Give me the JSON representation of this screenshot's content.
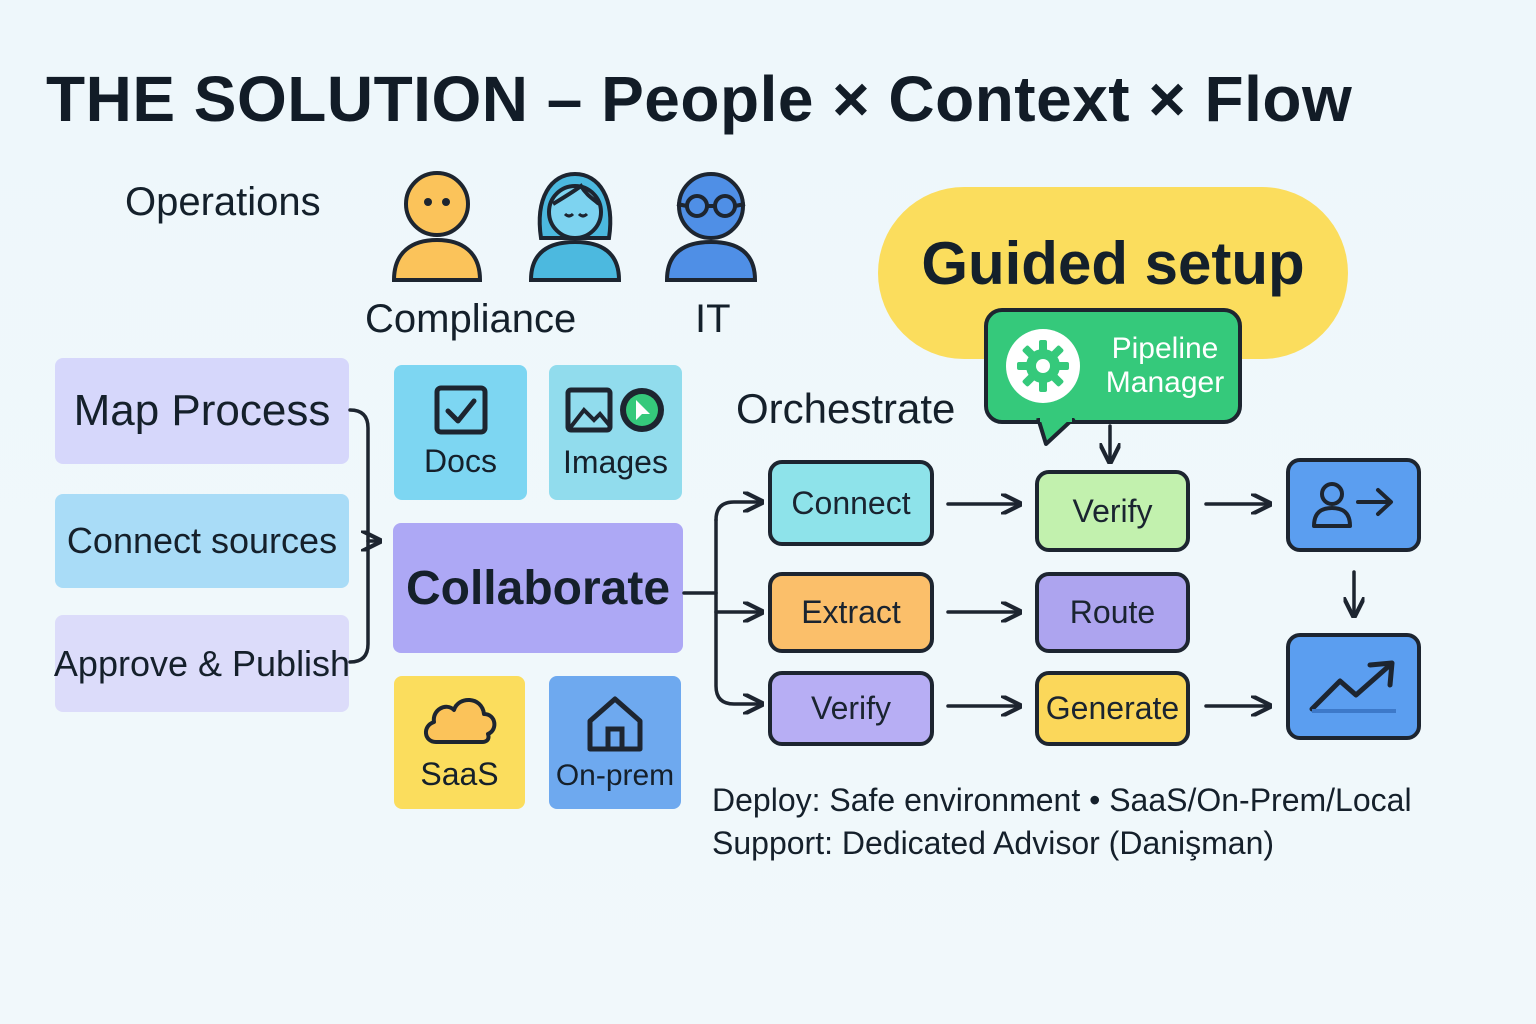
{
  "title": "THE SOLUTION – People × Context × Flow",
  "roles": {
    "operations": "Operations",
    "compliance": "Compliance",
    "it": "IT"
  },
  "left_steps": [
    {
      "label": "Map Process",
      "color": "#d6d7fb"
    },
    {
      "label": "Connect sources",
      "color": "#a9dcf7"
    },
    {
      "label": "Approve & Publish",
      "color": "#dcdcfa"
    }
  ],
  "context": {
    "docs": "Docs",
    "images": "Images",
    "collaborate": "Collaborate",
    "saas": "SaaS",
    "onprem": "On-prem"
  },
  "orchestrate": {
    "label": "Orchestrate",
    "col1": [
      "Connect",
      "Extract",
      "Verify"
    ],
    "col2": [
      "Verify",
      "Route",
      "Generate"
    ]
  },
  "guided_setup": "Guided setup",
  "pipeline_manager": "Pipeline Manager",
  "footer": {
    "deploy": "Deploy: Safe environment • SaaS/On-Prem/Local",
    "support": "Support: Dedicated Advisor (Danişman)"
  },
  "colors": {
    "ink": "#1d2530",
    "collaborate": "#ada8f5",
    "tile_cyan": "#7dd6f2",
    "tile_teal": "#91dced",
    "tile_yellow": "#fbdd5d",
    "tile_blue": "#6ea9ef",
    "connect": "#8ee3ea",
    "extract": "#fbbf6a",
    "verify_left": "#b7aef4",
    "verify_right": "#c2f1ae",
    "route": "#ada4ef",
    "generate": "#fbd75a",
    "output": "#5b9ef0",
    "accent_green": "#35c97b"
  },
  "icons": {
    "operations": "person-icon",
    "compliance": "person-icon",
    "it": "person-glasses-icon",
    "docs": "checkbox-icon",
    "images": "image-icon",
    "saas": "cloud-icon",
    "onprem": "house-icon",
    "pipeline": "gear-icon",
    "handoff": "user-arrow-icon",
    "output": "trend-up-icon"
  }
}
